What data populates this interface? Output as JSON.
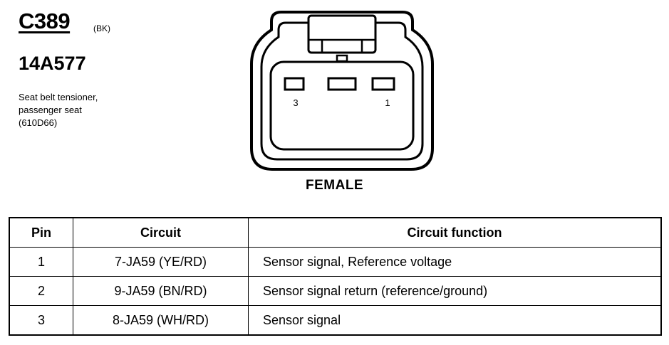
{
  "header": {
    "connector_id": "C389",
    "color_code": "(BK)",
    "part_number": "14A577",
    "description_lines": [
      "Seat belt tensioner,",
      "passenger seat",
      "(610D66)"
    ]
  },
  "connector": {
    "cavity_labels": [
      "3",
      "1"
    ],
    "gender": "FEMALE"
  },
  "table": {
    "headers": [
      "Pin",
      "Circuit",
      "Circuit function"
    ],
    "rows": [
      {
        "pin": "1",
        "circuit": "7-JA59 (YE/RD)",
        "function": "Sensor signal, Reference voltage"
      },
      {
        "pin": "2",
        "circuit": "9-JA59 (BN/RD)",
        "function": "Sensor signal return (reference/ground)"
      },
      {
        "pin": "3",
        "circuit": "8-JA59 (WH/RD)",
        "function": "Sensor signal"
      }
    ]
  }
}
